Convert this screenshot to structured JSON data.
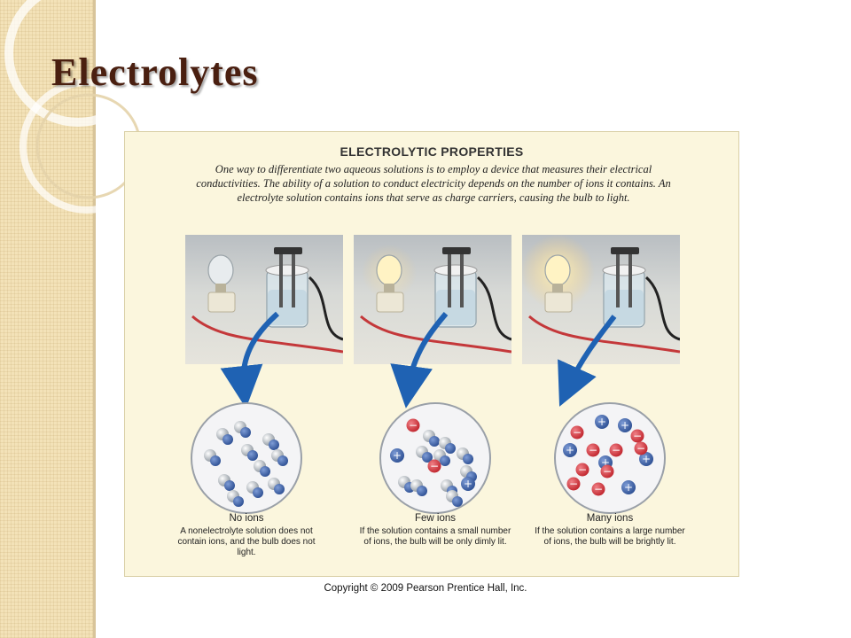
{
  "slide": {
    "title": "Electrolytes"
  },
  "figure": {
    "heading": "ELECTROLYTIC PROPERTIES",
    "description": "One way to differentiate two aqueous solutions is to employ a device that measures their electrical conductivities. The ability of a solution to conduct electricity depends on the number of ions it contains. An electrolyte solution contains ions that serve as charge carriers, causing the bulb to light.",
    "panels": [
      {
        "label": "No ions",
        "description": "A nonelectrolyte solution does not contain ions, and the bulb does not light.",
        "bulb_lit": 0
      },
      {
        "label": "Few ions",
        "description": "If the solution contains a small number of ions, the bulb will be only dimly lit.",
        "bulb_lit": 0.5
      },
      {
        "label": "Many ions",
        "description": "If the solution contains a large number of ions, the bulb will be brightly lit.",
        "bulb_lit": 1
      }
    ],
    "ion_plus": "+",
    "ion_minus": "−"
  },
  "copyright": "Copyright © 2009 Pearson Prentice Hall, Inc.",
  "colors": {
    "title": "#4a1f10",
    "figure_bg": "#fbf6dd",
    "cation": "#2d4f93",
    "anion": "#c0242c",
    "arrow": "#1f62b3",
    "band": "#f3e2b8"
  }
}
